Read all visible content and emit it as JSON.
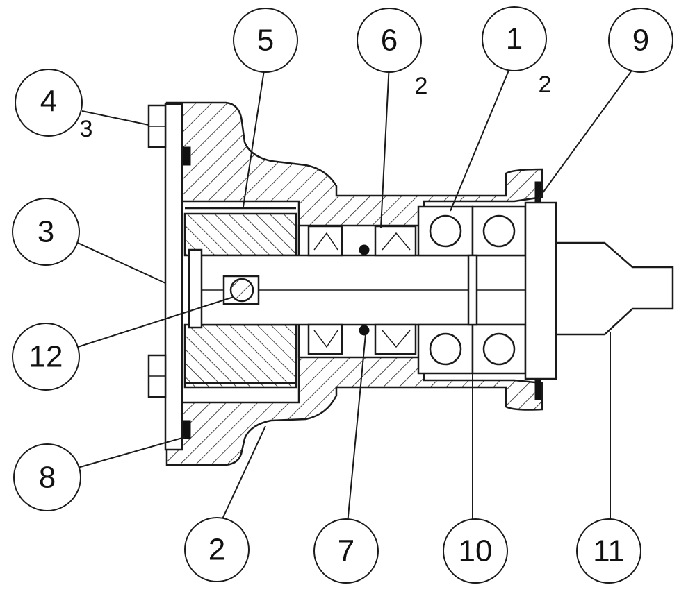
{
  "balloons": [
    {
      "id": "4",
      "label": "4",
      "qty": "3"
    },
    {
      "id": "5",
      "label": "5",
      "qty": ""
    },
    {
      "id": "6",
      "label": "6",
      "qty": "2"
    },
    {
      "id": "1",
      "label": "1",
      "qty": "2"
    },
    {
      "id": "9",
      "label": "9",
      "qty": ""
    },
    {
      "id": "3",
      "label": "3",
      "qty": ""
    },
    {
      "id": "12",
      "label": "12",
      "qty": ""
    },
    {
      "id": "8",
      "label": "8",
      "qty": ""
    },
    {
      "id": "2",
      "label": "2",
      "qty": ""
    },
    {
      "id": "7",
      "label": "7",
      "qty": ""
    },
    {
      "id": "10",
      "label": "10",
      "qty": ""
    },
    {
      "id": "11",
      "label": "11",
      "qty": ""
    }
  ],
  "colors": {
    "ink": "#1a1a1a",
    "paper": "#ffffff"
  }
}
